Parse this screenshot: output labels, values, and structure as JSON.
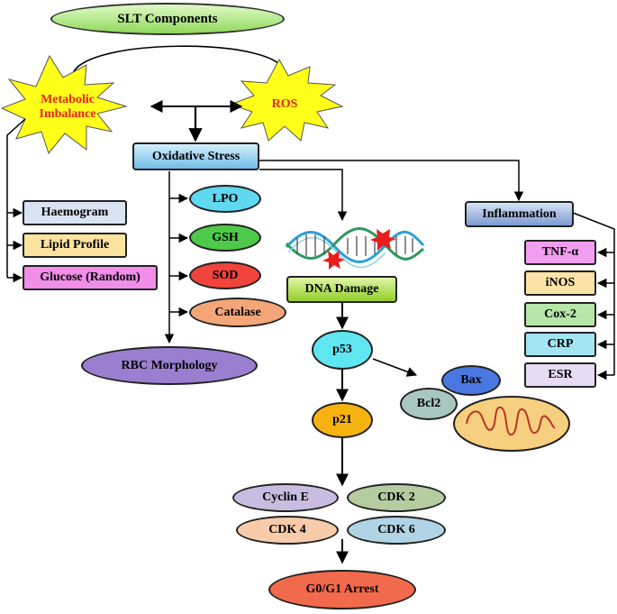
{
  "title": "SLT Components",
  "metabolic": "Metabolic Imbalance",
  "ros": "ROS",
  "oxidative": "Oxidative Stress",
  "inflammation": "Inflammation",
  "left_tests": [
    "Haemogram",
    "Lipid Profile",
    "Glucose (Random)"
  ],
  "antioxidants": [
    "LPO",
    "GSH",
    "SOD",
    "Catalase"
  ],
  "rbc": "RBC Morphology",
  "dna_damage": "DNA Damage",
  "p53": "p53",
  "p21": "p21",
  "bax": "Bax",
  "bcl2": "Bcl2",
  "markers": [
    "TNF-α",
    "iNOS",
    "Cox-2",
    "CRP",
    "ESR"
  ],
  "cyclins": [
    "Cyclin E",
    "CDK 2",
    "CDK 4",
    "CDK 6"
  ],
  "arrest": "G0/G1 Arrest",
  "colors": {
    "title": "#9ee86a",
    "star": "#ffff1a",
    "star_text": "#e8231a",
    "oxidative": "#8ecdf0",
    "inflammation": "#8fa9d8",
    "haemogram": "#d9e4f2",
    "lipid": "#fce4a0",
    "glucose": "#f08ee8",
    "lpo": "#5fd8f0",
    "gsh": "#4ec94a",
    "sod": "#f0443c",
    "catalase": "#f4a678",
    "rbc": "#9a7fd0",
    "dna": "#a6e03a",
    "p53": "#5fe6f0",
    "p21": "#f6b20e",
    "bax": "#4a78e0",
    "bcl2": "#a8c7c0",
    "mito": "#f6d07e",
    "tnf": "#f29ef0",
    "inos": "#fbe2a6",
    "cox": "#b8e6a8",
    "crp": "#a2e4f2",
    "esr": "#e6dcf5",
    "cycline": "#c8bde0",
    "cdk2": "#b5cca0",
    "cdk4": "#f8ccaa",
    "cdk6": "#b0d4e4",
    "arrest": "#f26a4c"
  }
}
